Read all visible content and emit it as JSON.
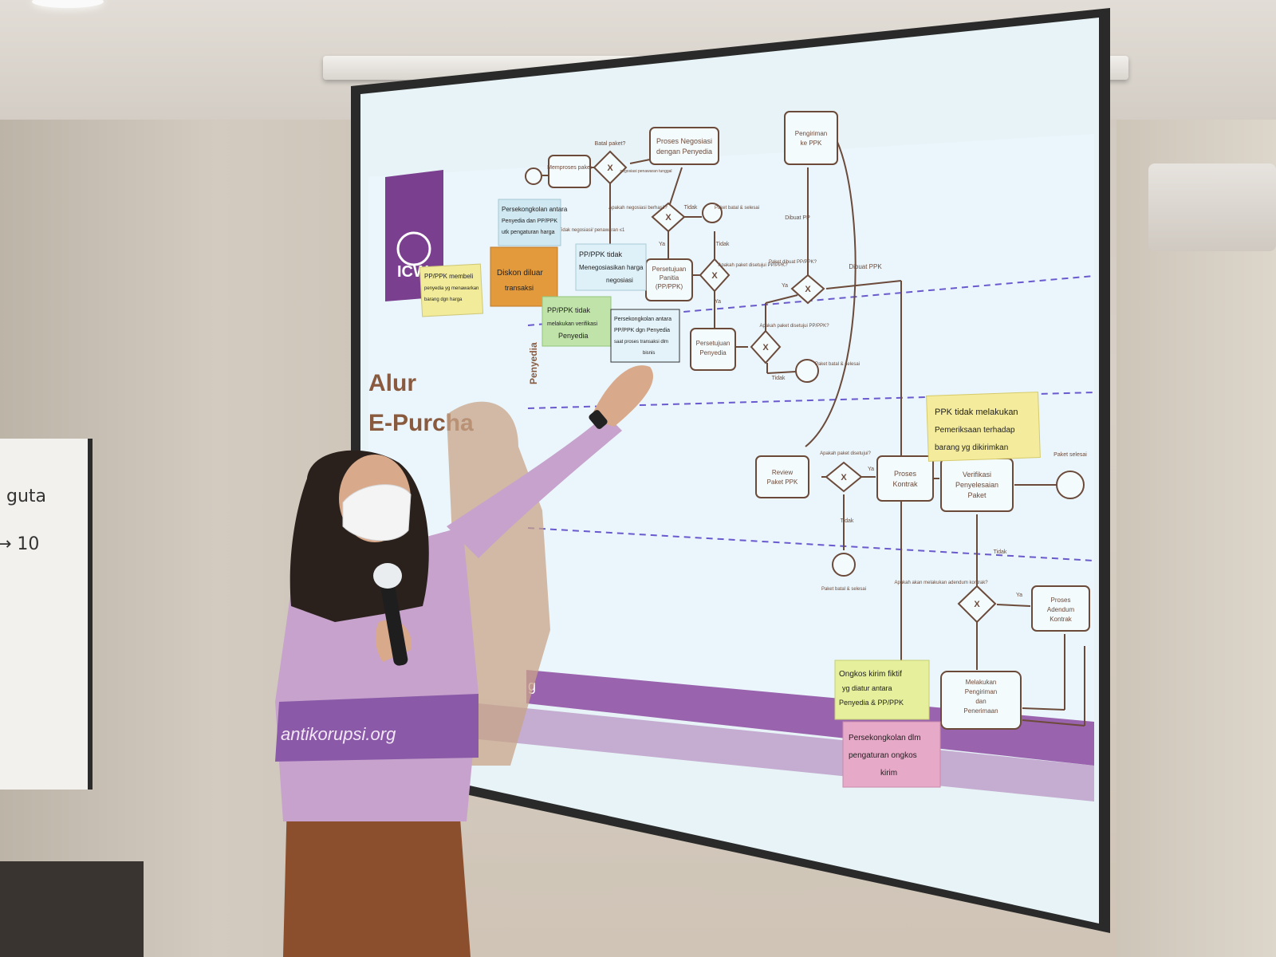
{
  "slide": {
    "title_line1": "Alur",
    "title_line2": "E-Purcha",
    "logo_text": "ICW",
    "lane_label": "Penyedia",
    "footer_text": "g",
    "colors": {
      "screen": "#e6f4fb",
      "purple": "#7b3f8f",
      "lane_line": "#6a5acd",
      "node_stroke": "#6b4a3a"
    }
  },
  "flow": {
    "node_memproses": "Memproses paket",
    "q_batal": "Batal paket?",
    "node_negosiasi_l1": "Proses Negosiasi",
    "node_negosiasi_l2": "dengan Penyedia",
    "q_negosiasi": "Apakah negosiasi berhasil?",
    "lbl_tidak_nego": "Tidak negosiasi/ penawaran ≤1",
    "lbl_nego_small": "negosiasi penawaran tunggal",
    "node_paket_batal_1": "Paket batal & selesai",
    "node_persetujuan_panitia_l1": "Persetujuan",
    "node_persetujuan_panitia_l2": "Panitia",
    "node_persetujuan_panitia_l3": "(PP/PPK)",
    "q_disetujui_pp": "Apakah paket disetujui PP/PPK?",
    "node_persetujuan_penyedia_l1": "Persetujuan",
    "node_persetujuan_penyedia_l2": "Penyedia",
    "q_disetujui_penyedia": "Apakah paket disetujui PP/PPK?",
    "node_paket_batal_2": "Paket batal & selesai",
    "node_pengiriman_ppk_l1": "Pengiriman",
    "node_pengiriman_ppk_l2": "ke PPK",
    "lbl_dibuat_pp": "Dibuat PP",
    "q_dibuat_ppk": "Paket dibuat PP/PPK?",
    "lbl_dibuat_ppk": "Dibuat PPK",
    "node_review_l1": "Review",
    "node_review_l2": "Paket PPK",
    "q_disetujui_ppk": "Apakah paket disetujui?",
    "node_proses_kontrak_l1": "Proses",
    "node_proses_kontrak_l2": "Kontrak",
    "node_verifikasi_l1": "Verifikasi",
    "node_verifikasi_l2": "Penyelesaian",
    "node_verifikasi_l3": "Paket",
    "node_paket_selesai": "Paket selesai",
    "node_paket_batal_3": "Paket batal & selesai",
    "q_adendum": "Apakah akan melakukan adendum kontrak?",
    "node_adendum_l1": "Proses",
    "node_adendum_l2": "Adendum",
    "node_adendum_l3": "Kontrak",
    "node_pengiriman_l1": "Melakukan",
    "node_pengiriman_l2": "Pengiriman",
    "node_pengiriman_l3": "dan",
    "node_pengiriman_l4": "Penerimaan",
    "lbl_ya": "Ya",
    "lbl_tidak": "Tidak",
    "lbl_x": "X"
  },
  "notes": {
    "n1_l1": "Persekongkolan antara",
    "n1_l2": "Penyedia dan PP/PPK",
    "n1_l3": "utk pengaturan harga",
    "n2_l1": "PP/PPK tidak",
    "n2_l2": "Menegosiasikan harga",
    "n2_l3": "negosiasi",
    "n3_l1": "PP/PPK membeli",
    "n3_l2": "penyedia yg menawarkan",
    "n3_l3": "barang dgn harga",
    "n4_l1": "Diskon diluar",
    "n4_l2": "transaksi",
    "n5_l1": "PP/PPK tidak",
    "n5_l2": "melakukan verifikasi",
    "n5_l3": "Penyedia",
    "n6_l1": "Persekongkolan antara",
    "n6_l2": "PP/PPK dgn Penyedia",
    "n6_l3": "saat proses transaksi dlm",
    "n6_l4": "bisnis",
    "n7_l1": "PPK tidak melakukan",
    "n7_l2": "Pemeriksaan terhadap",
    "n7_l3": "barang yg dikirimkan",
    "n8_l1": "Ongkos kirim fiktif",
    "n8_l2": "yg diatur antara",
    "n8_l3": "Penyedia & PP/PPK",
    "n9_l1": "Persekongkolan dlm",
    "n9_l2": "pengaturan ongkos",
    "n9_l3": "kirim"
  },
  "flipchart": {
    "line1": "guta",
    "line2": "→ 10"
  },
  "shirt_text": "antikorupsi.org"
}
